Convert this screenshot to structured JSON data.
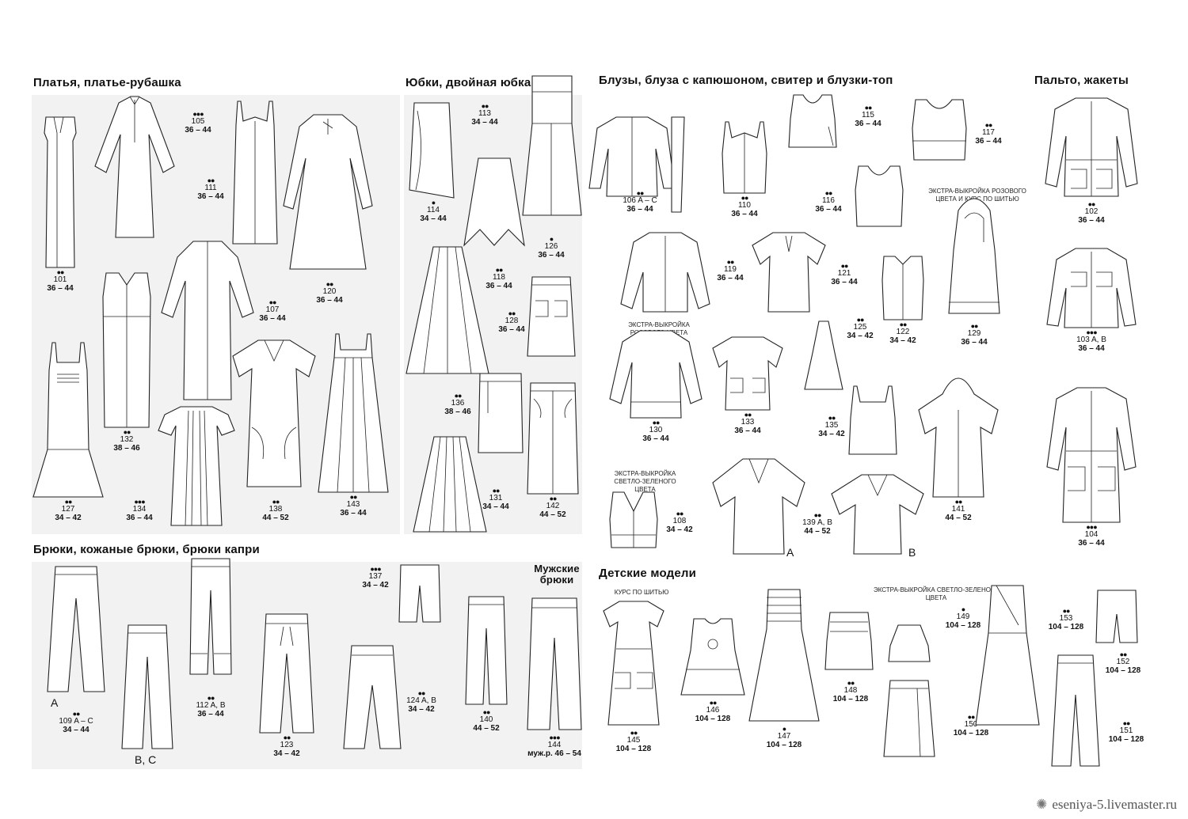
{
  "sections": {
    "dresses": "Платья, платье-рубашка",
    "skirts": "Юбки, двойная юбка",
    "blouses": "Блузы, блуза с капюшоном, свитер и блузки-топ",
    "coats": "Пальто, жакеты",
    "trousers": "Брюки, кожаные брюки, брюки капри",
    "mens": "Мужские брюки",
    "kids": "Детские модели"
  },
  "notes": {
    "extra_pink_course": "ЭКСТРА-ВЫКРОЙКА РОЗОВОГО ЦВЕТА И КУРС ПО ШИТЬЮ",
    "extra_pink": "ЭКСТРА-ВЫКРОЙКА РОЗОВОГО ЦВЕТА",
    "extra_green_1": "ЭКСТРА-ВЫКРОЙКА СВЕТЛО-ЗЕЛЕНОГО ЦВЕТА",
    "course": "КУРС ПО ШИТЬЮ",
    "extra_green_2": "ЭКСТРА-ВЫКРОЙКА СВЕТЛО-ЗЕЛЕНОГО ЦВЕТА"
  },
  "letters": {
    "a1": "A",
    "b1": "B",
    "a2": "A",
    "bc": "B, C"
  },
  "watermark": "eseniya-5.livemaster.ru",
  "items": {
    "i101": {
      "dots": "●●",
      "num": "101",
      "size": "36 – 44"
    },
    "i105": {
      "dots": "●●●",
      "num": "105",
      "size": "36 – 44"
    },
    "i111": {
      "dots": "●●",
      "num": "111",
      "size": "36 – 44"
    },
    "i120": {
      "dots": "●●",
      "num": "120",
      "size": "36 – 44"
    },
    "i107": {
      "dots": "●●",
      "num": "107",
      "size": "36 – 44"
    },
    "i132": {
      "dots": "●●",
      "num": "132",
      "size": "38 – 46"
    },
    "i127": {
      "dots": "●●",
      "num": "127",
      "size": "34 – 42"
    },
    "i134": {
      "dots": "●●●",
      "num": "134",
      "size": "36 – 44"
    },
    "i138": {
      "dots": "●●",
      "num": "138",
      "size": "44 – 52"
    },
    "i143": {
      "dots": "●●",
      "num": "143",
      "size": "36 – 44"
    },
    "i113": {
      "dots": "●●",
      "num": "113",
      "size": "34 – 44"
    },
    "i114": {
      "dots": "●",
      "num": "114",
      "size": "34 – 44"
    },
    "i126": {
      "dots": "●",
      "num": "126",
      "size": "36 – 44"
    },
    "i118": {
      "dots": "●●",
      "num": "118",
      "size": "36 – 44"
    },
    "i128": {
      "dots": "●●",
      "num": "128",
      "size": "36 – 44"
    },
    "i136": {
      "dots": "●●",
      "num": "136",
      "size": "38 – 46"
    },
    "i131": {
      "dots": "●●",
      "num": "131",
      "size": "34 – 44"
    },
    "i142": {
      "dots": "●●",
      "num": "142",
      "size": "44 – 52"
    },
    "i106": {
      "dots": "●●",
      "num": "106 A – C",
      "size": "36 – 44"
    },
    "i110": {
      "dots": "●●",
      "num": "110",
      "size": "36 – 44"
    },
    "i115": {
      "dots": "●●",
      "num": "115",
      "size": "36 – 44"
    },
    "i117": {
      "dots": "●●",
      "num": "117",
      "size": "36 – 44"
    },
    "i116": {
      "dots": "●●",
      "num": "116",
      "size": "36 – 44"
    },
    "i102": {
      "dots": "●●",
      "num": "102",
      "size": "36 – 44"
    },
    "i119": {
      "dots": "●●",
      "num": "119",
      "size": "36 – 44"
    },
    "i121": {
      "dots": "●●",
      "num": "121",
      "size": "36 – 44"
    },
    "i122": {
      "dots": "●●",
      "num": "122",
      "size": "34 – 42"
    },
    "i129": {
      "dots": "●●",
      "num": "129",
      "size": "36 – 44"
    },
    "i103": {
      "dots": "●●●",
      "num": "103 A, B",
      "size": "36 – 44"
    },
    "i125": {
      "dots": "●●",
      "num": "125",
      "size": "34 – 42"
    },
    "i133": {
      "dots": "●●",
      "num": "133",
      "size": "36 – 44"
    },
    "i130": {
      "dots": "●●",
      "num": "130",
      "size": "36 – 44"
    },
    "i135": {
      "dots": "●●",
      "num": "135",
      "size": "34 – 42"
    },
    "i108": {
      "dots": "●●",
      "num": "108",
      "size": "34 – 42"
    },
    "i139": {
      "dots": "●●",
      "num": "139 A, B",
      "size": "44 – 52"
    },
    "i141": {
      "dots": "●●",
      "num": "141",
      "size": "44 – 52"
    },
    "i104": {
      "dots": "●●●",
      "num": "104",
      "size": "36 – 44"
    },
    "i137": {
      "dots": "●●●",
      "num": "137",
      "size": "34 – 42"
    },
    "i109": {
      "dots": "●●",
      "num": "109 A – C",
      "size": "34 – 44"
    },
    "i112": {
      "dots": "●●",
      "num": "112 A, B",
      "size": "36 – 44"
    },
    "i123": {
      "dots": "●●",
      "num": "123",
      "size": "34 – 42"
    },
    "i124": {
      "dots": "●●",
      "num": "124 A, B",
      "size": "34 – 42"
    },
    "i140": {
      "dots": "●●",
      "num": "140",
      "size": "44 – 52"
    },
    "i144": {
      "dots": "●●●",
      "num": "144",
      "size": "муж.р. 46 – 54"
    },
    "i145": {
      "dots": "●●",
      "num": "145",
      "size": "104 – 128"
    },
    "i146": {
      "dots": "●●",
      "num": "146",
      "size": "104 – 128"
    },
    "i147": {
      "dots": "●",
      "num": "147",
      "size": "104 – 128"
    },
    "i148": {
      "dots": "●●",
      "num": "148",
      "size": "104 – 128"
    },
    "i149": {
      "dots": "●",
      "num": "149",
      "size": "104 – 128"
    },
    "i150": {
      "dots": "●●",
      "num": "150",
      "size": "104 – 128"
    },
    "i153": {
      "dots": "●●",
      "num": "153",
      "size": "104 – 128"
    },
    "i152": {
      "dots": "●●",
      "num": "152",
      "size": "104 – 128"
    },
    "i151": {
      "dots": "●●",
      "num": "151",
      "size": "104 – 128"
    }
  }
}
